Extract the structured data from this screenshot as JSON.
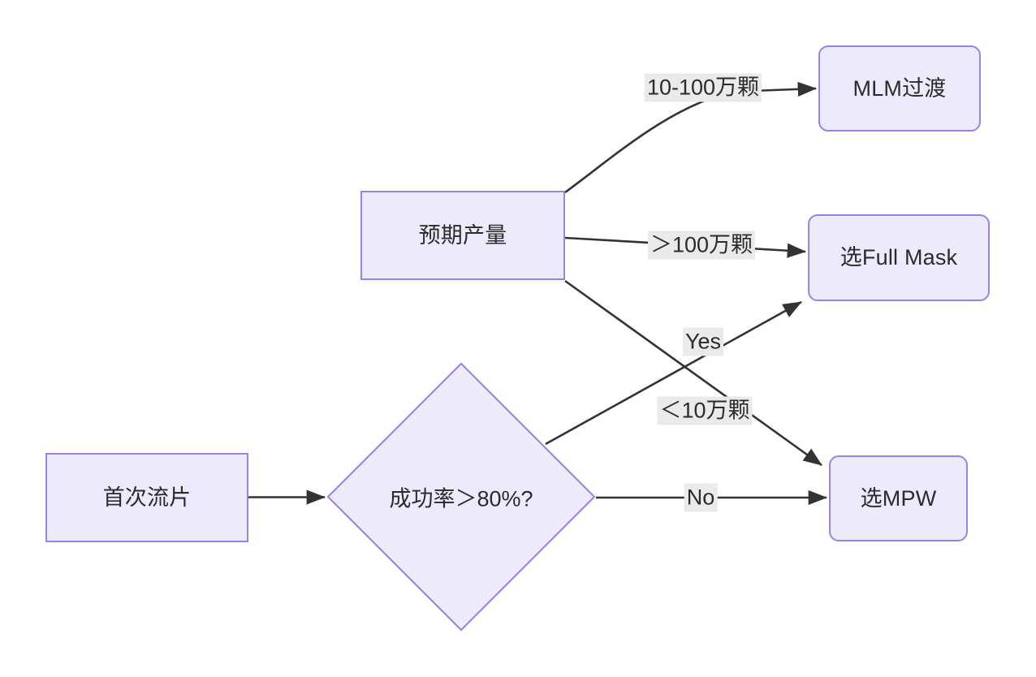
{
  "diagram": {
    "type": "flowchart",
    "direction": "left-to-right",
    "title": "",
    "colors": {
      "node_fill": "#ECEAFB",
      "node_border": "#9D7FE8",
      "edge_stroke": "#333333",
      "label_background": "#EAEAEA",
      "text": "#2b2b2b",
      "canvas_background": "#FFFFFF"
    },
    "nodes": [
      {
        "id": "start",
        "label": "首次流片",
        "shape": "rectangle"
      },
      {
        "id": "decision",
        "label": "成功率＞80%?",
        "shape": "diamond"
      },
      {
        "id": "volume",
        "label": "预期产量",
        "shape": "rectangle"
      },
      {
        "id": "mlm",
        "label": "MLM过渡",
        "shape": "rounded-rectangle"
      },
      {
        "id": "fullmask",
        "label": "选Full Mask",
        "shape": "rounded-rectangle"
      },
      {
        "id": "mpw",
        "label": "选MPW",
        "shape": "rounded-rectangle"
      }
    ],
    "edges": [
      {
        "from": "start",
        "to": "decision",
        "label": ""
      },
      {
        "from": "decision",
        "to": "fullmask",
        "label": "Yes"
      },
      {
        "from": "decision",
        "to": "mpw",
        "label": "No"
      },
      {
        "from": "volume",
        "to": "mlm",
        "label": "10-100万颗"
      },
      {
        "from": "volume",
        "to": "fullmask",
        "label": "＞100万颗"
      },
      {
        "from": "volume",
        "to": "mpw",
        "label": "＜10万颗"
      }
    ],
    "edge_labels": {
      "mlm_range": "10-100万颗",
      "high_volume": "＞100万颗",
      "yes": "Yes",
      "low_volume": "＜10万颗",
      "no": "No"
    }
  }
}
